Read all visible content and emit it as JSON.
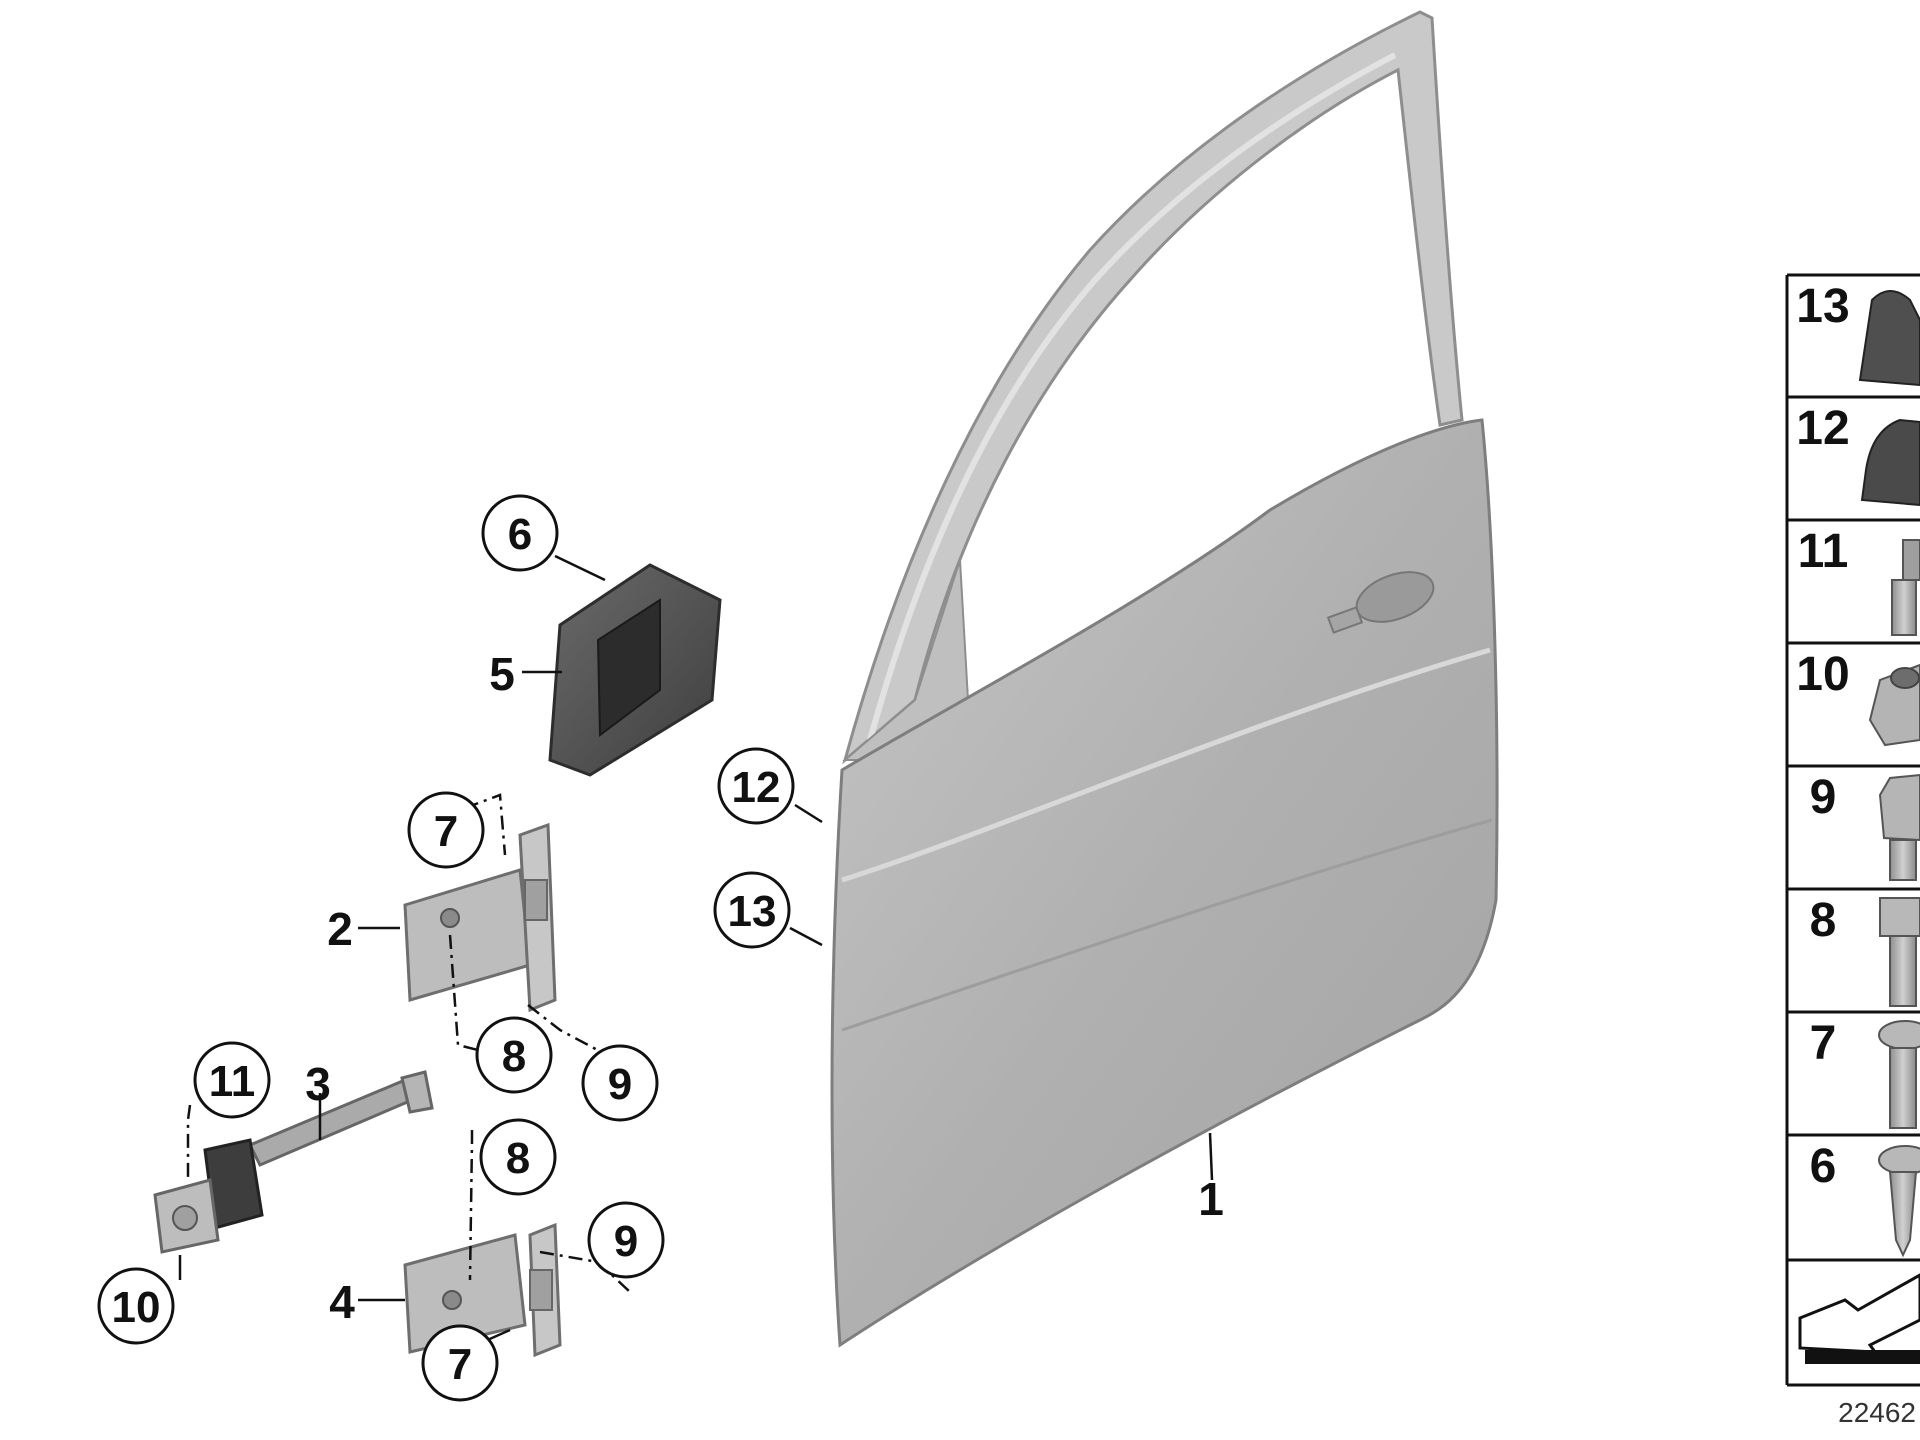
{
  "callouts": {
    "c6": "6",
    "c12": "12",
    "c13": "13",
    "c7a": "7",
    "c8a": "8",
    "c9a": "9",
    "c11": "11",
    "c8b": "8",
    "c9b": "9",
    "c10": "10",
    "c7b": "7"
  },
  "labels": {
    "l5": "5",
    "l2": "2",
    "l3": "3",
    "l4": "4",
    "l1": "1"
  },
  "legend": {
    "items": [
      "13",
      "12",
      "11",
      "10",
      "9",
      "8",
      "7",
      "6"
    ]
  },
  "diagram_ref": "22462",
  "colors": {
    "door_fill": "#b2b2b2",
    "door_frame": "#c4c4c4",
    "stop_block": "#4f4f4f",
    "hinge": "#bdbdbd",
    "part_dark": "#555555",
    "part_light": "#bcbcbc",
    "outline": "#111111"
  }
}
